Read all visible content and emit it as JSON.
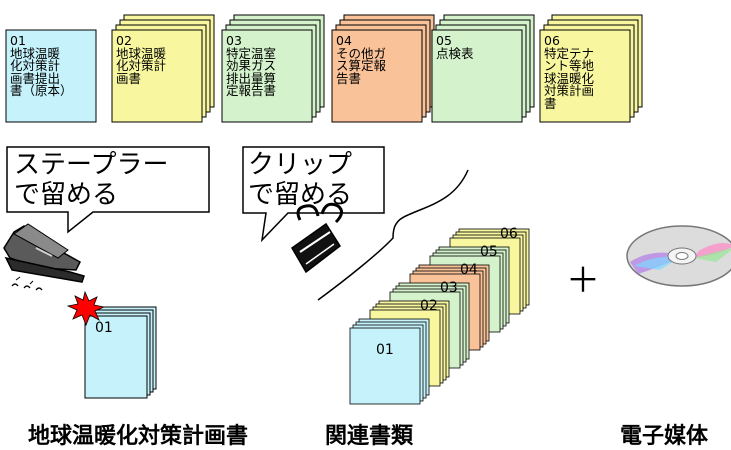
{
  "colors": {
    "cyan": "#c6f3fb",
    "yellow": "#f8f7a0",
    "green": "#d4f2cc",
    "orange": "#f9c299",
    "stroke": "#000000",
    "burst": "#ff0000"
  },
  "docs": [
    {
      "id": "01",
      "title": "地球温暖\n化対策計\n画書提出\n書（原本）",
      "color": "cyan"
    },
    {
      "id": "02",
      "title": "地球温暖\n化対策計\n画書",
      "color": "yellow"
    },
    {
      "id": "03",
      "title": "特定温室\n効果ガス\n排出量算\n定報告書",
      "color": "green"
    },
    {
      "id": "04",
      "title": "その他ガ\nス算定報\n告書",
      "color": "orange"
    },
    {
      "id": "05",
      "title": "点検表",
      "color": "green"
    },
    {
      "id": "06",
      "title": "特定テナ\nント等地\n球温暖化\n対策計画\n書",
      "color": "yellow"
    }
  ],
  "callouts": {
    "stapler": "ステープラー\nで留める",
    "clip": "クリップ\nで留める"
  },
  "plan_doc_id": "01",
  "stack_labels": [
    "01",
    "02",
    "03",
    "04",
    "05",
    "06"
  ],
  "plus": "＋",
  "bottom": {
    "plan": "地球温暖化対策計画書",
    "related": "関連書類",
    "media": "電子媒体"
  },
  "icons": [
    "stapler-icon",
    "binder-clip-icon",
    "cd-disc-icon",
    "burst-icon",
    "bracket-line"
  ]
}
